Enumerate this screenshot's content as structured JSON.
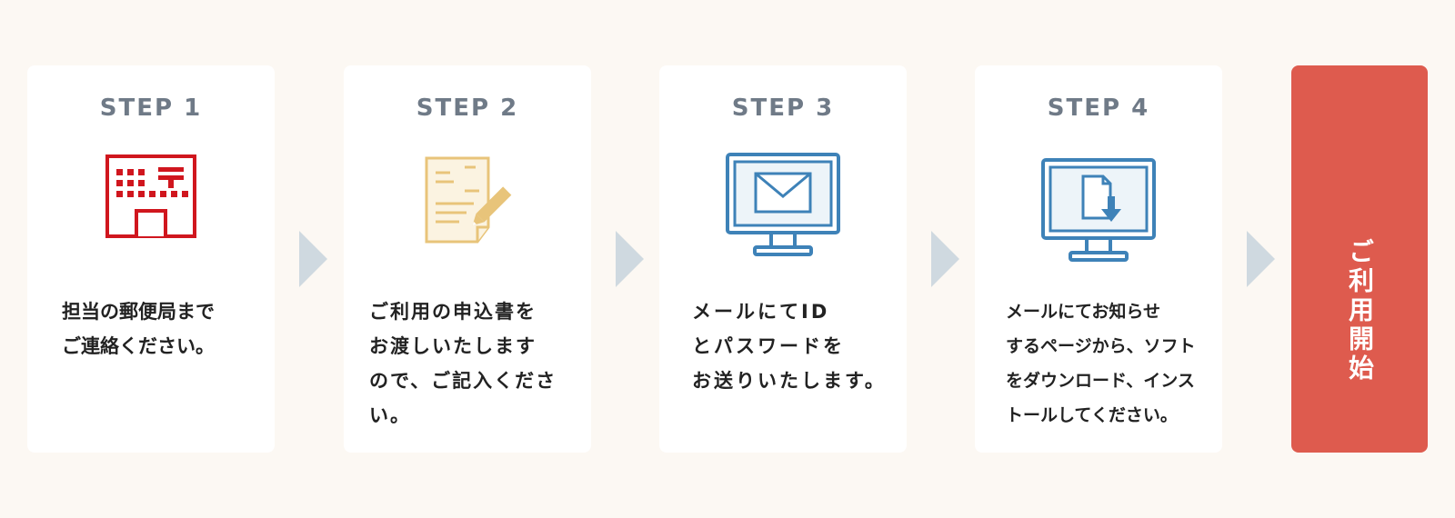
{
  "steps": [
    {
      "title": "STEP 1",
      "icon": "post-office-icon",
      "description": "担当の郵便局まで\nご連絡ください。"
    },
    {
      "title": "STEP 2",
      "icon": "application-form-icon",
      "description": "ご利用の申込書を\nお渡しいたします\nので、ご記入ください。"
    },
    {
      "title": "STEP 3",
      "icon": "mail-monitor-icon",
      "description": "メールにてID\nとパスワードを\nお送りいたします。"
    },
    {
      "title": "STEP 4",
      "icon": "download-monitor-icon",
      "description": "メールにてお知らせ\nするページから、ソフト\nをダウンロード、インス\nトールしてください。"
    }
  ],
  "start": {
    "label": "ご利用開始"
  },
  "colors": {
    "background": "#fcf8f3",
    "card": "#ffffff",
    "step_title": "#6f7a87",
    "arrow": "#cfd9e0",
    "start_box": "#de5b4e",
    "post_red": "#d0161e",
    "form_yellow": "#e8c47a",
    "monitor_blue": "#3e82b8"
  }
}
